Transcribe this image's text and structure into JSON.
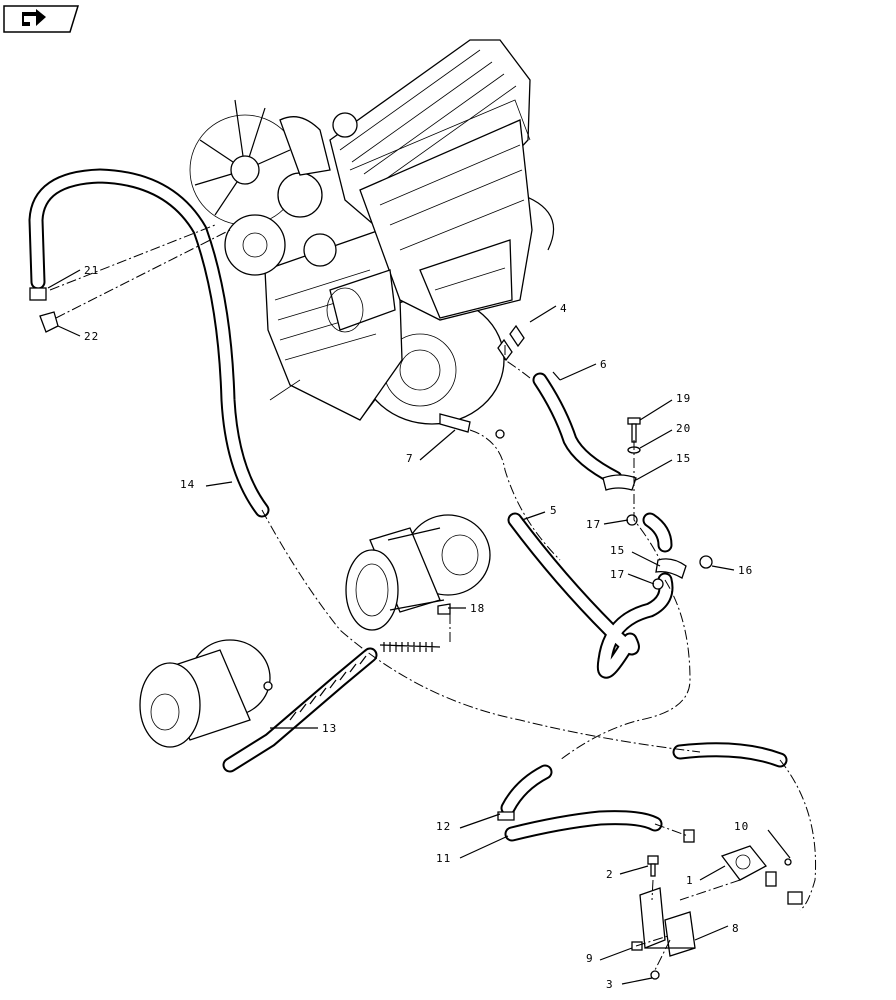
{
  "callouts": [
    {
      "id": "c1",
      "label": "1"
    },
    {
      "id": "c2",
      "label": "2"
    },
    {
      "id": "c3",
      "label": "3"
    },
    {
      "id": "c4",
      "label": "4"
    },
    {
      "id": "c5",
      "label": "5"
    },
    {
      "id": "c6",
      "label": "6"
    },
    {
      "id": "c7",
      "label": "7"
    },
    {
      "id": "c8",
      "label": "8"
    },
    {
      "id": "c9",
      "label": "9"
    },
    {
      "id": "c10",
      "label": "10"
    },
    {
      "id": "c11",
      "label": "11"
    },
    {
      "id": "c12",
      "label": "12"
    },
    {
      "id": "c13",
      "label": "13"
    },
    {
      "id": "c14",
      "label": "14"
    },
    {
      "id": "c15a",
      "label": "15"
    },
    {
      "id": "c15b",
      "label": "15"
    },
    {
      "id": "c16",
      "label": "16"
    },
    {
      "id": "c17a",
      "label": "17"
    },
    {
      "id": "c17b",
      "label": "17"
    },
    {
      "id": "c18",
      "label": "18"
    },
    {
      "id": "c19",
      "label": "19"
    },
    {
      "id": "c20",
      "label": "20"
    },
    {
      "id": "c21",
      "label": "21"
    },
    {
      "id": "c22",
      "label": "22"
    }
  ],
  "icons": {
    "nav_badge": "navigation-arrow-icon"
  }
}
